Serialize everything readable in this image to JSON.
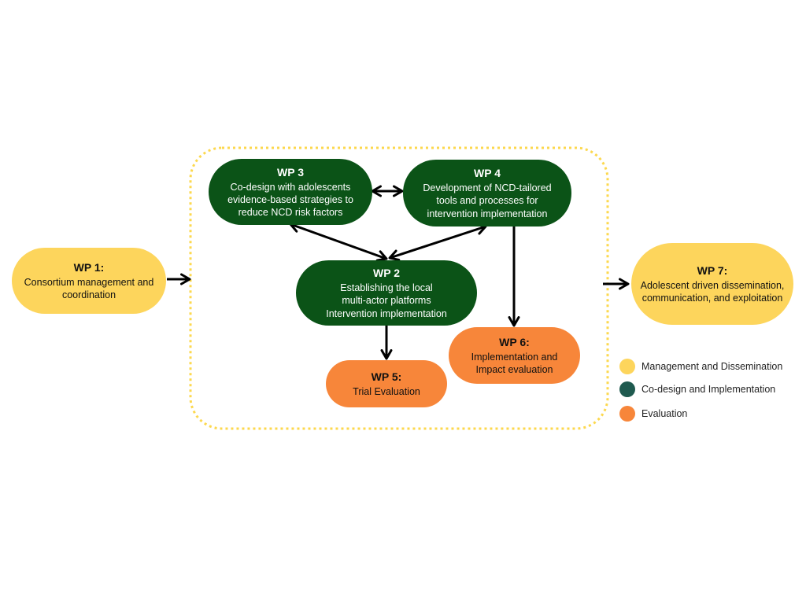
{
  "nodes": {
    "wp1": {
      "title": "WP 1:",
      "desc": "Consortium management and\ncoordination"
    },
    "wp2": {
      "title": "WP 2",
      "desc": "Establishing the local\nmulti-actor platforms\nIntervention implementation"
    },
    "wp3": {
      "title": "WP 3",
      "desc": "Co-design with adolescents\nevidence-based strategies to\nreduce NCD risk factors"
    },
    "wp4": {
      "title": "WP 4",
      "desc": "Development of NCD-tailored\ntools and processes for\nintervention implementation"
    },
    "wp5": {
      "title": "WP 5:",
      "desc": "Trial Evaluation"
    },
    "wp6": {
      "title": "WP 6:",
      "desc": "Implementation and\nImpact evaluation"
    },
    "wp7": {
      "title": "WP 7:",
      "desc": "Adolescent driven dissemination,\ncommunication, and exploitation"
    }
  },
  "legend": [
    {
      "label": "Management and Dissemination",
      "color": "#fdd55c"
    },
    {
      "label": "Co-design and Implementation",
      "color": "#1f5a4f"
    },
    {
      "label": "Evaluation",
      "color": "#f7863a"
    }
  ],
  "colors": {
    "management": "#fdd55c",
    "codesign": "#0b5317",
    "evaluation": "#f7863a",
    "boundary": "#fcd84e",
    "arrow": "#000000"
  }
}
